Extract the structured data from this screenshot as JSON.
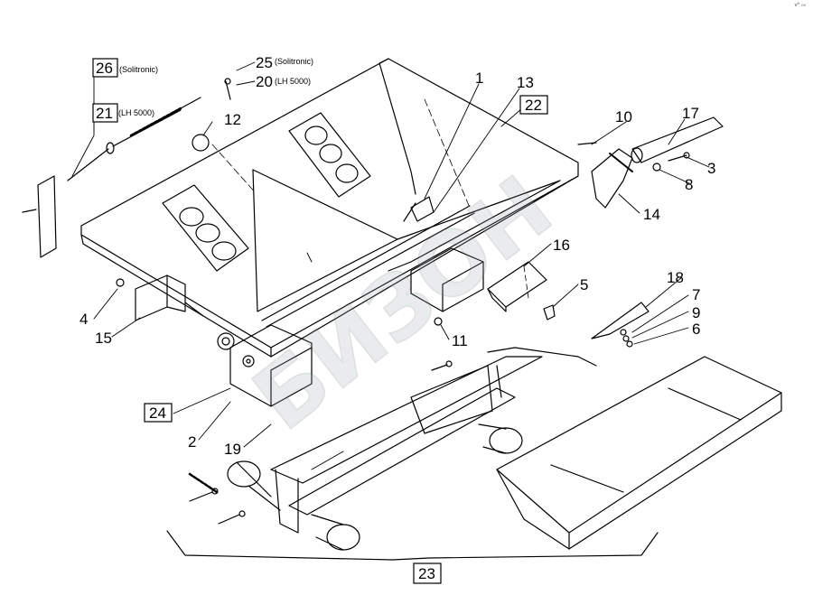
{
  "corner_mark": "v⁰ ₀₀",
  "watermark": "БИЗОН",
  "labels": {
    "l1": "1",
    "l2": "2",
    "l3": "3",
    "l4": "4",
    "l5": "5",
    "l6": "6",
    "l7": "7",
    "l8": "8",
    "l9": "9",
    "l10": "10",
    "l11": "11",
    "l12": "12",
    "l13": "13",
    "l14": "14",
    "l15": "15",
    "l16": "16",
    "l17": "17",
    "l18": "18",
    "l19": "19",
    "l20": "20",
    "l21": "21",
    "l22": "22",
    "l23": "23",
    "l24": "24",
    "l25": "25",
    "l26": "26"
  },
  "notes": {
    "n25": "(Solitronic)",
    "n20": "(LH 5000)",
    "n26": "(Solitronic)",
    "n21": "(LH 5000)"
  }
}
